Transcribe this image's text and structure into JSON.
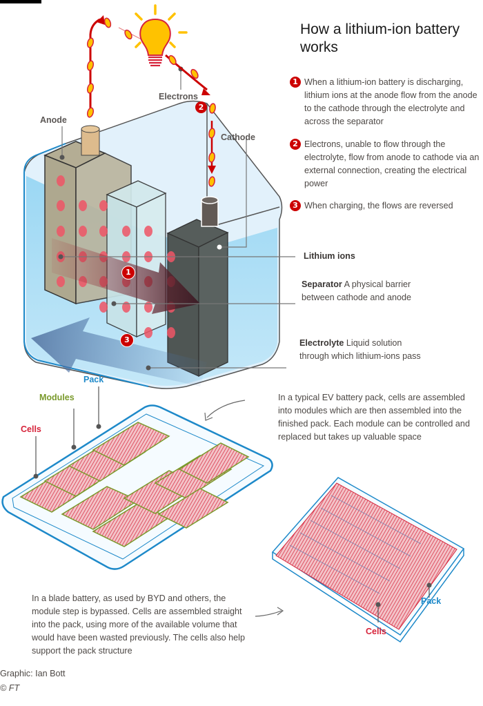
{
  "title": "How a lithium-ion battery works",
  "steps": [
    {
      "number": "1",
      "text": "When a lithium-ion battery is discharging, lithium ions at the anode flow from the anode to the cathode through the electrolyte and across the separator"
    },
    {
      "number": "2",
      "text": "Electrons, unable to flow through the electrolyte, flow from anode to cathode via an external connection, creating the electrical power"
    },
    {
      "number": "3",
      "text": "When charging, the flows are reversed"
    }
  ],
  "cell_labels": {
    "electrons": "Electrons",
    "anode": "Anode",
    "cathode": "Cathode",
    "lithium_ions": "Lithium ions",
    "separator_term": "Separator",
    "separator_desc": " A physical barrier between cathode and anode",
    "electrolyte_term": "Electrolyte",
    "electrolyte_desc": " Liquid solution through which lithium-ions pass"
  },
  "diagram_markers": {
    "marker1": "1",
    "marker2": "2",
    "marker3": "3"
  },
  "pack_labels": {
    "pack": "Pack",
    "modules": "Modules",
    "cells": "Cells",
    "typical_pack_note": "In a typical EV battery pack, cells are assembled into modules which are then assembled into the finished pack. Each module can be controlled and replaced but takes up valuable space"
  },
  "blade_labels": {
    "pack": "Pack",
    "cells": "Cells",
    "blade_note": "In a blade battery, as used by BYD and others, the module step is bypassed. Cells are assembled straight into the pack, using more of the available volume that would have been wasted previously. The cells also help support the pack structure"
  },
  "credits": {
    "graphic": "Graphic: Ian Bott",
    "copyright": "© FT"
  },
  "colors": {
    "accent_red": "#cc0000",
    "cells_red": "#d6233a",
    "pack_blue": "#1d89c9",
    "modules_green": "#7a9a2c",
    "bulb_yellow": "#ffc200"
  }
}
